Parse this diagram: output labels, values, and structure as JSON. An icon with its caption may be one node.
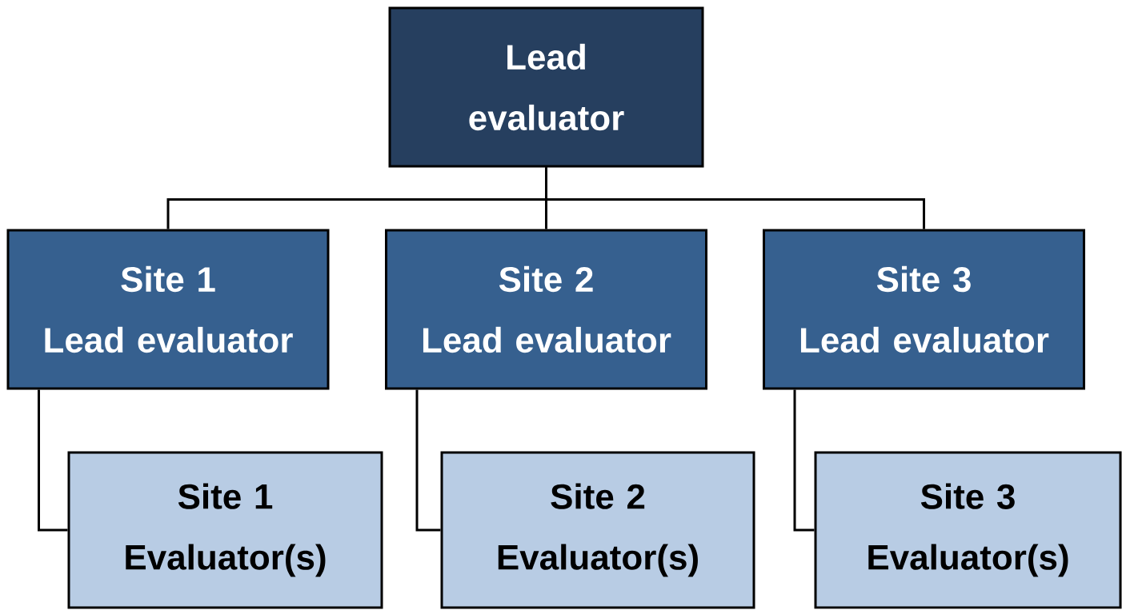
{
  "diagram": {
    "nodes": [
      {
        "text": [
          "Lead evaluator"
        ]
      },
      {
        "text": [
          "Site 1",
          "Lead evaluator"
        ]
      },
      {
        "text": [
          "Site 2",
          "Lead evaluator"
        ]
      },
      {
        "text": [
          "Site 3",
          "Lead evaluator"
        ]
      },
      {
        "text": [
          "Site 1",
          "Evaluator(s)"
        ]
      },
      {
        "text": [
          "Site 2",
          "Evaluator(s)"
        ]
      },
      {
        "text": [
          "Site 3",
          "Evaluator(s)"
        ]
      }
    ],
    "edges": [
      {
        "from": 0,
        "to": 1,
        "arrow": "none"
      },
      {
        "from": 0,
        "to": 2,
        "arrow": "none"
      },
      {
        "from": 0,
        "to": 3,
        "arrow": "none"
      },
      {
        "from": 1,
        "to": 4,
        "arrow": "none"
      },
      {
        "from": 2,
        "to": 5,
        "arrow": "none"
      },
      {
        "from": 3,
        "to": 6,
        "arrow": "none"
      }
    ]
  }
}
